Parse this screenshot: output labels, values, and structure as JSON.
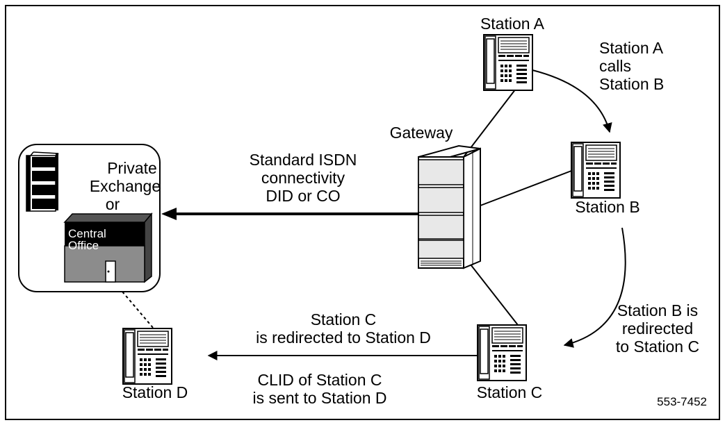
{
  "stations": {
    "a": "Station A",
    "b": "Station B",
    "c": "Station C",
    "d": "Station D"
  },
  "gateway": "Gateway",
  "exchange": {
    "line1": "Private",
    "line2": "Exchange",
    "line3": "or",
    "co_line1": "Central",
    "co_line2": "Office"
  },
  "isdn": {
    "line1": "Standard  ISDN",
    "line2": "connectivity",
    "line3": "DID or CO"
  },
  "steps": {
    "a_calls_b": [
      "Station A",
      "calls",
      "Station B"
    ],
    "b_redirected": [
      "Station B is",
      "redirected",
      "to Station C"
    ],
    "c_redirected": [
      "Station C",
      "is redirected to Station D"
    ],
    "clid_sent": [
      "CLID of Station  C",
      "is sent to Station D"
    ]
  },
  "figure_ref": "553-7452"
}
